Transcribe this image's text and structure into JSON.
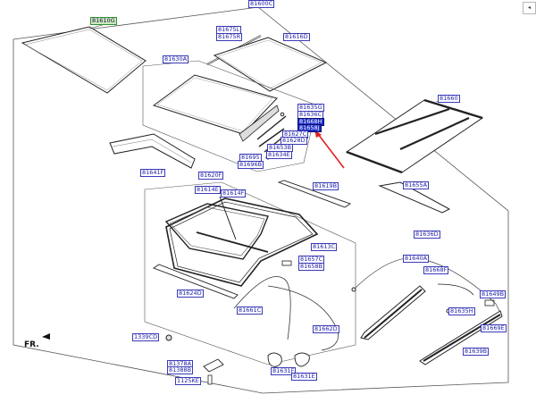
{
  "toolbar": {
    "menu_icon": "caret-icon"
  },
  "parts": {
    "p81600C": "81600C",
    "p81610G": "81610G",
    "p81675L": "81675L",
    "p81675R": "81675R",
    "p81616D": "81616D",
    "p81630A": "81630A",
    "p81635G": "81635G",
    "p81636C": "81636C",
    "p81668H": "81668H",
    "p81658J": "81658J",
    "p81627C": "81627C",
    "p81628D": "81628D",
    "p81653B": "81653B",
    "p81634E": "81634E",
    "p81695": "81695",
    "p81696B": "81696B",
    "p81641F": "81641F",
    "p81620F": "81620F",
    "p81614E": "81614E",
    "p81614F": "81614F",
    "p81619B": "81619B",
    "p81660": "81660",
    "p81655A": "81655A",
    "p81613C": "81613C",
    "p81657C": "81657C",
    "p81658B": "81658B",
    "p81636D": "81636D",
    "p81640A": "81640A",
    "p81668F": "81668F",
    "p81649B": "81649B",
    "p81635H": "81635H",
    "p81669E": "81669E",
    "p81639B": "81639B",
    "p81624D": "81624D",
    "p81661C": "81661C",
    "p81662D": "81662D",
    "p1339CD": "1339CD",
    "p81378A": "81378A",
    "p81388B": "81388B",
    "p1125KE": "1125KE",
    "p81631F": "81631F",
    "p81631E": "81631E"
  },
  "orientation": "FR.",
  "colors": {
    "highlight": "#1f2fc8",
    "label_border": "#3a3ab8",
    "line": "#333333",
    "arrow": "#e02020",
    "green_label": "#cfe8b8"
  }
}
